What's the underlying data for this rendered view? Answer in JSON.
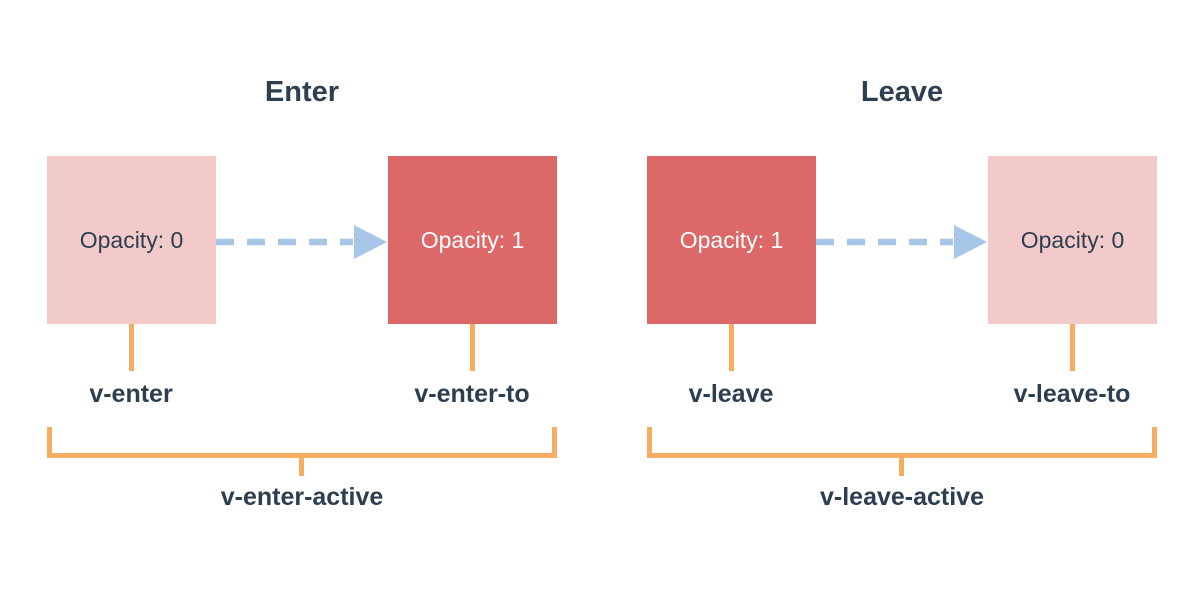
{
  "colors": {
    "pink_light": "#f3caca",
    "red_solid": "#dc6868",
    "arrow_blue": "#a8c6e8",
    "bracket_orange": "#f6ad62",
    "text_navy": "#2c3e50",
    "box_text_light": "#ffffff",
    "bg": "#ffffff"
  },
  "panels": [
    {
      "title": "Enter",
      "start_box": {
        "label": "Opacity: 0",
        "variant": "faded"
      },
      "end_box": {
        "label": "Opacity: 1",
        "variant": "solid"
      },
      "start_class": "v-enter",
      "end_class": "v-enter-to",
      "active_class": "v-enter-active",
      "arrow_icon": "dashed-right-arrow"
    },
    {
      "title": "Leave",
      "start_box": {
        "label": "Opacity: 1",
        "variant": "solid"
      },
      "end_box": {
        "label": "Opacity: 0",
        "variant": "faded"
      },
      "start_class": "v-leave",
      "end_class": "v-leave-to",
      "active_class": "v-leave-active",
      "arrow_icon": "dashed-right-arrow"
    }
  ]
}
